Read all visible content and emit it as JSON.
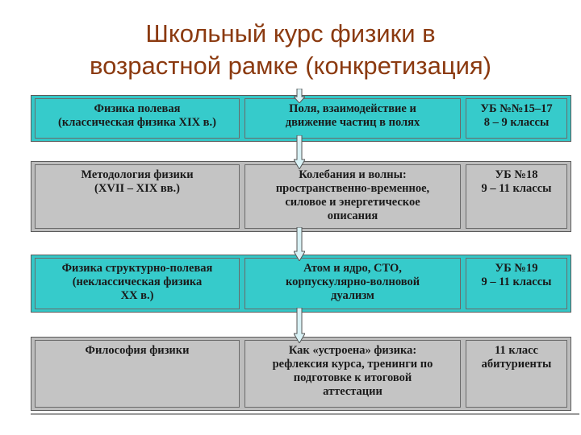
{
  "title": {
    "line1": "Школьный курс физики в",
    "line2": "возрастной рамке (конкретизация)"
  },
  "rows": [
    {
      "color": "teal",
      "col1": [
        "Физика полевая",
        "(классическая физика XIX в.)"
      ],
      "col2": [
        "Поля, взаимодействие и",
        "движение частиц в полях"
      ],
      "col3": [
        "УБ №№15–17",
        "8 – 9 классы"
      ]
    },
    {
      "color": "gray",
      "col1": [
        "Методология физики",
        "(XVII – XIX вв.)"
      ],
      "col2": [
        "Колебания и волны:",
        "пространственно-временное,",
        "силовое и энергетическое",
        "описания"
      ],
      "col3": [
        "УБ №18",
        "9 – 11 классы"
      ]
    },
    {
      "color": "teal",
      "col1": [
        "Физика структурно-полевая",
        "(неклассическая физика",
        "XX в.)"
      ],
      "col2": [
        "Атом и ядро, СТО,",
        "корпускулярно-волновой",
        "дуализм"
      ],
      "col3": [
        "УБ №19",
        "9 – 11 классы"
      ]
    },
    {
      "color": "gray",
      "col1": [
        "Философия физики"
      ],
      "col2": [
        "Как «устроена» физика:",
        "рефлексия курса, тренинги по",
        "подготовке к итоговой",
        "аттестации"
      ],
      "col3": [
        "11 класс",
        "абитуриенты"
      ]
    }
  ],
  "colors": {
    "title": "#8B3A10",
    "teal": "#36CBCB",
    "gray": "#C4C4C4",
    "arrow_fill": "#D9F2F6"
  }
}
